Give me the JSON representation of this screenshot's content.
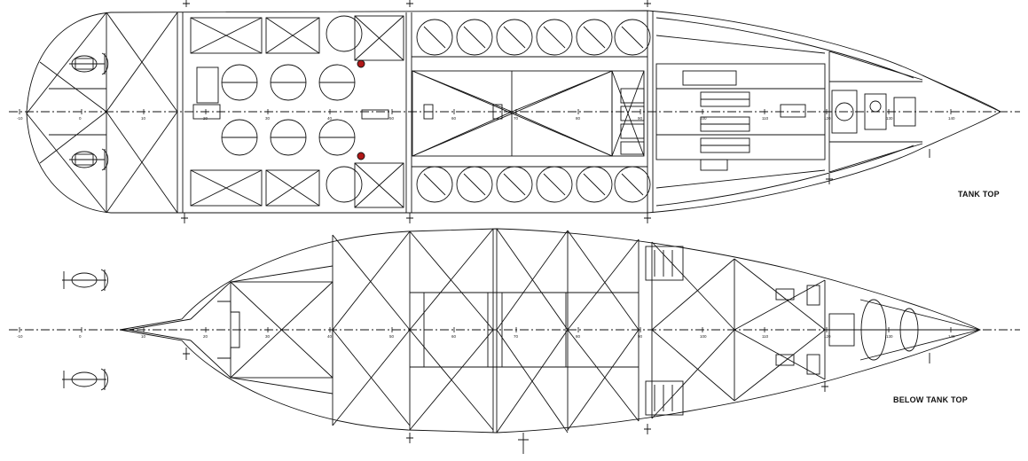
{
  "views": {
    "tank_top": {
      "title": "TANK TOP"
    },
    "below_tank_top": {
      "title": "BELOW TANK TOP"
    }
  },
  "colors": {
    "line": "#111111",
    "background": "#ffffff",
    "marker": "#b01818"
  },
  "tank_top_frame_ticks": [
    "-10",
    "0",
    "10",
    "20",
    "30",
    "40",
    "50",
    "60",
    "70",
    "80",
    "90",
    "100",
    "110",
    "120",
    "130",
    "140"
  ],
  "below_tank_top_frame_ticks": [
    "-10",
    "0",
    "10",
    "20",
    "30",
    "40",
    "50",
    "60",
    "70",
    "80",
    "90",
    "100",
    "110",
    "120",
    "130",
    "140"
  ]
}
